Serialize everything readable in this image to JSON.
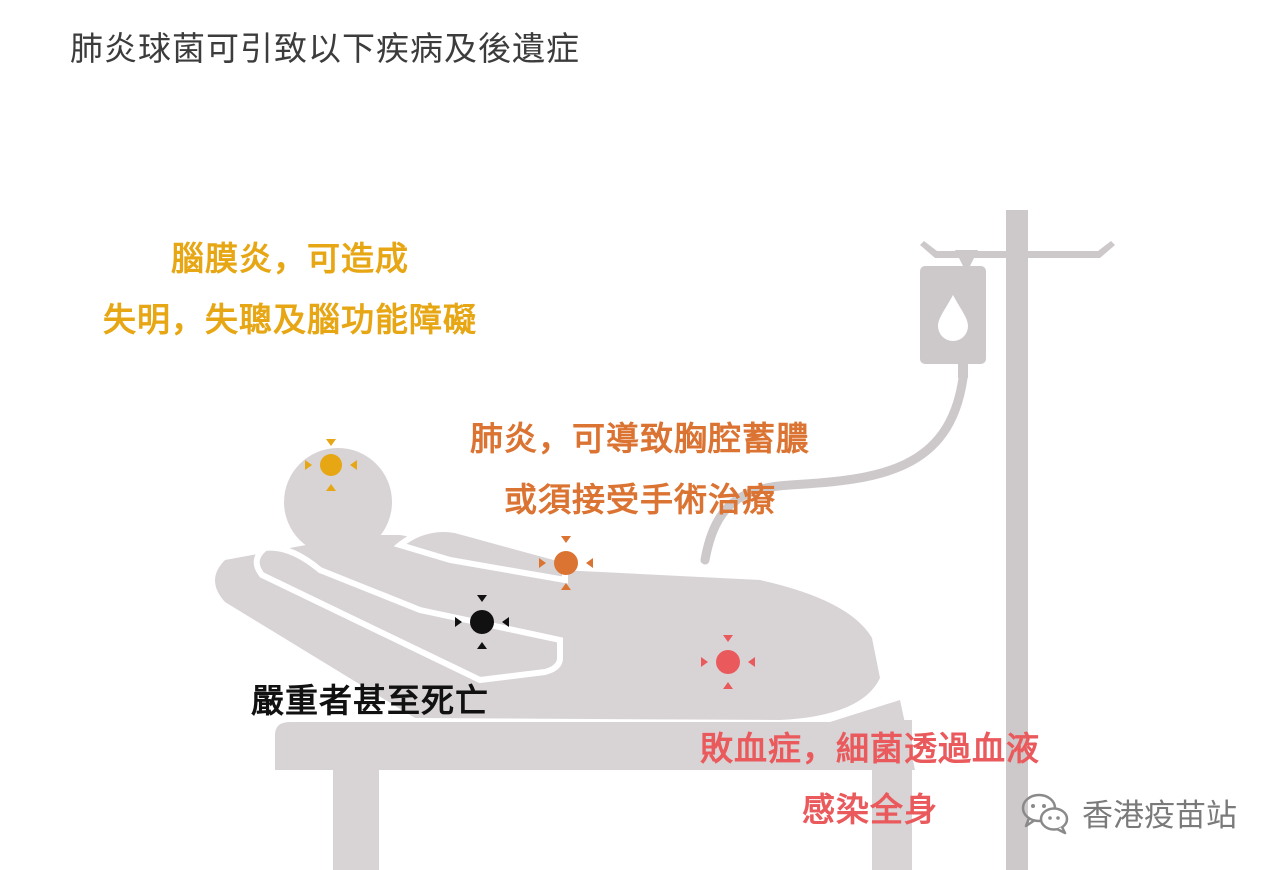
{
  "title": "肺炎球菌可引致以下疾病及後遺症",
  "labels": {
    "meningitis": {
      "line1": "腦膜炎，可造成",
      "line2": "失明，失聰及腦功能障礙"
    },
    "pneumonia": {
      "line1": "肺炎，可導致胸腔蓄膿",
      "line2": "或須接受手術治療"
    },
    "death": {
      "line1": "嚴重者甚至死亡"
    },
    "sepsis": {
      "line1": "敗血症，細菌透過血液",
      "line2": "感染全身"
    }
  },
  "markers": [
    {
      "name": "brain",
      "color": "#e7a614"
    },
    {
      "name": "lung",
      "color": "#db7332"
    },
    {
      "name": "heart",
      "color": "#111111"
    },
    {
      "name": "blood",
      "color": "#ea5a5c"
    }
  ],
  "watermark": {
    "text": "香港疫苗站",
    "icon": "wechat-icon"
  },
  "colors": {
    "figure": "#d8d4d6",
    "iv_stand": "#cdc9cb",
    "title": "#3c3c3c"
  }
}
